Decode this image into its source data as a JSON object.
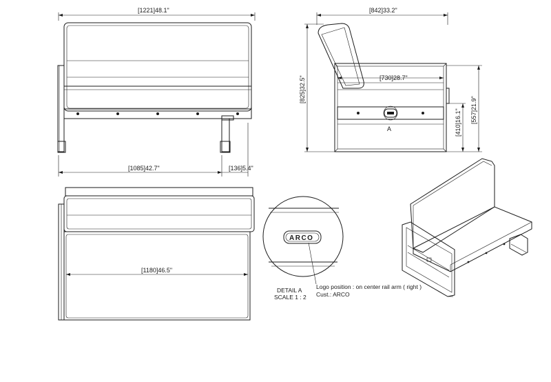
{
  "dimensions": {
    "front_width": "[1221]48.1\"",
    "side_depth": "[842]33.2\"",
    "side_height": "[825]32.5\"",
    "back_inner_width": "[730]28.7\"",
    "arm_height": "[410]16.1\"",
    "seat_height": "[557]21.9\"",
    "base_length": "[1085]42.7\"",
    "leg_offset": "[136]5.4\"",
    "top_width": "[1180]46.5\""
  },
  "labels": {
    "detail_marker": "A",
    "detail_title": "DETAIL A",
    "detail_scale": "SCALE 1 : 2",
    "logo_text": "ARCO",
    "logo_position_note": "Logo position : on center rail arm ( right )",
    "customer_note": "Cust.: ARCO"
  },
  "colors": {
    "line": "#1a1a1a",
    "background": "#ffffff"
  }
}
